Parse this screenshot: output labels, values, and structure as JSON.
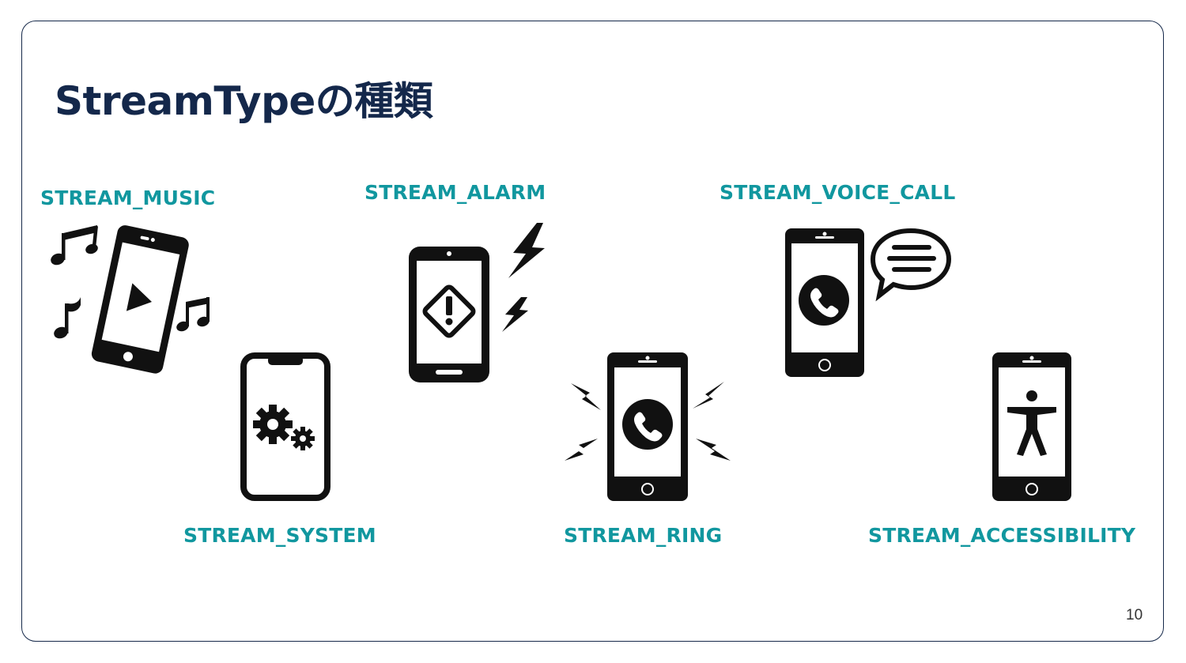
{
  "slide": {
    "title": "StreamTypeの種類",
    "page_number": "10"
  },
  "stream_types": [
    {
      "label": "STREAM_MUSIC",
      "icon": "music-phone-icon"
    },
    {
      "label": "STREAM_SYSTEM",
      "icon": "system-settings-phone-icon"
    },
    {
      "label": "STREAM_ALARM",
      "icon": "alarm-warning-phone-icon"
    },
    {
      "label": "STREAM_RING",
      "icon": "ringing-phone-icon"
    },
    {
      "label": "STREAM_VOICE_CALL",
      "icon": "voice-call-phone-icon"
    },
    {
      "label": "STREAM_ACCESSIBILITY",
      "icon": "accessibility-phone-icon"
    }
  ],
  "colors": {
    "title": "#14284b",
    "label": "#11979f",
    "border": "#16294a",
    "icon": "#111111"
  }
}
